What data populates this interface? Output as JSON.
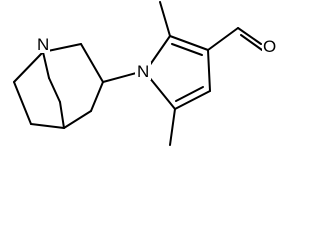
{
  "molecule": {
    "atoms": {
      "n_quinuclidine": "N",
      "n_pyrrole": "N",
      "o_aldehyde": "O"
    },
    "colors": {
      "bond": "#000000",
      "background": "#ffffff"
    }
  }
}
